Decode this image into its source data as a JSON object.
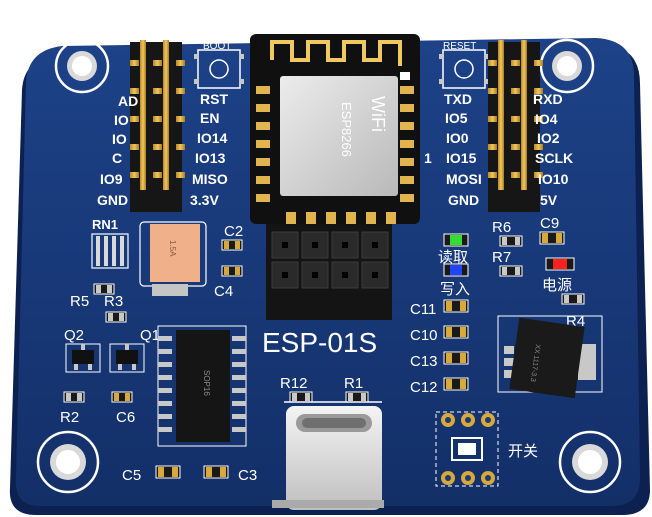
{
  "board": {
    "colors": {
      "background": "#ffffff",
      "pcb": "#1a3a7a",
      "pcb_dark": "#0f2a5e",
      "silkscreen": "#ffffff",
      "gold": "#d7a83a",
      "header_black": "#1a1a1a",
      "module_shield": "#d8d8d8",
      "led_green": "#33dd33",
      "led_blue": "#2244ff",
      "led_red": "#ff2020",
      "fuse": "#f0b08a"
    },
    "buttons": {
      "boot": "BOOT",
      "reset": "RESET"
    },
    "module": {
      "brand": "WiFi",
      "chip": "ESP8266"
    },
    "main_label": "ESP-01S",
    "left_header_labels": [
      "AD",
      "IO",
      "IO",
      "C",
      "IO9",
      "GND"
    ],
    "inner_left_pins": [
      "RST",
      "EN",
      "IO14",
      "IO13",
      "MISO",
      "3.3V"
    ],
    "inner_right_pins": [
      "TXD",
      "IO5",
      "IO0",
      "IO15",
      "MOSI",
      "GND"
    ],
    "right_header_labels": [
      "RXD",
      "IO4",
      "IO2",
      "SCLK",
      "IO10",
      "5V"
    ],
    "inner_right_extra": "1",
    "components": {
      "rn1": "RN1",
      "c2": "C2",
      "c4": "C4",
      "r5": "R5",
      "r3": "R3",
      "q2": "Q2",
      "q1": "Q1",
      "r2": "R2",
      "c6": "C6",
      "c5": "C5",
      "c3": "C3",
      "r12": "R12",
      "r1": "R1",
      "r6": "R6",
      "r7": "R7",
      "c9": "C9",
      "r4": "R4",
      "c11": "C11",
      "c10": "C10",
      "c13": "C13",
      "c12": "C12",
      "fuse_marking": "1.5A",
      "ic_marking": "SOP16",
      "regulator_marking": "XX 1117-3.3"
    },
    "leds": {
      "read": "读取",
      "write": "写入",
      "power": "电源"
    },
    "switch_label": "开关"
  }
}
